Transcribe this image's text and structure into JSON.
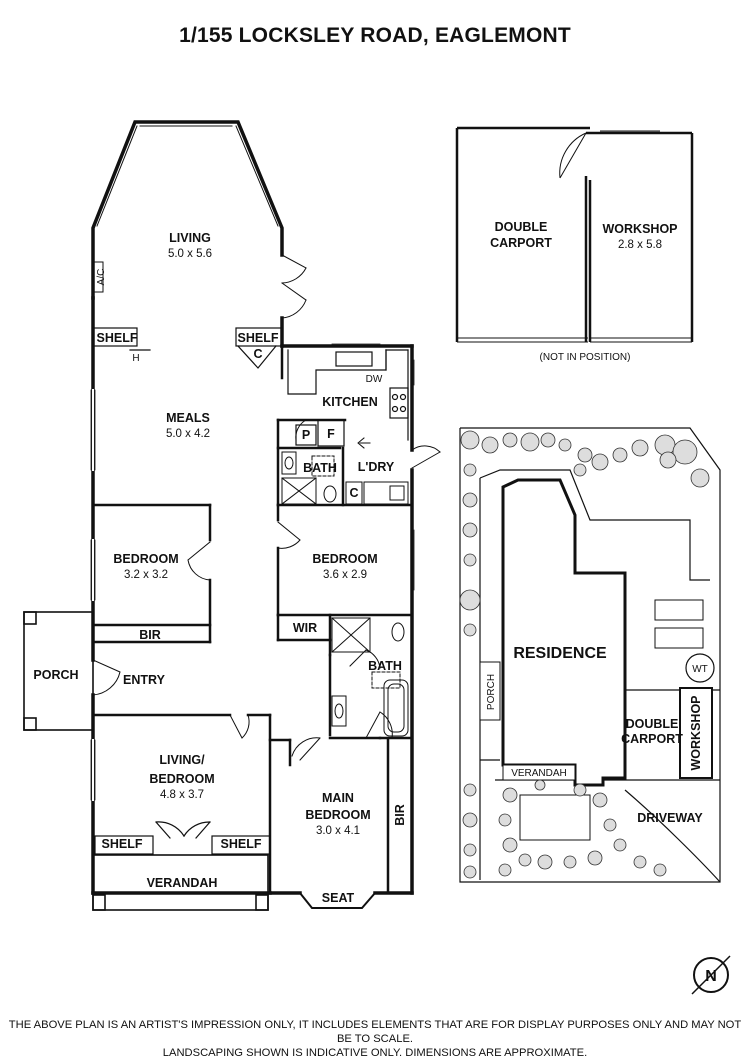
{
  "title": "1/155 LOCKSLEY ROAD, EAGLEMONT",
  "disclaimer": {
    "line1": "THE ABOVE PLAN IS AN ARTIST'S IMPRESSION ONLY, IT INCLUDES ELEMENTS THAT ARE FOR DISPLAY PURPOSES ONLY AND MAY NOT BE TO SCALE.",
    "line2": "LANDSCAPING SHOWN IS INDICATIVE ONLY. DIMENSIONS ARE APPROXIMATE."
  },
  "rooms": {
    "living": {
      "name": "LIVING",
      "dims": "5.0 x 5.6"
    },
    "meals": {
      "name": "MEALS",
      "dims": "5.0 x 4.2"
    },
    "kitchen": {
      "name": "KITCHEN"
    },
    "laundry": {
      "name": "L'DRY"
    },
    "bath1": {
      "name": "BATH"
    },
    "bedroom_west": {
      "name": "BEDROOM",
      "dims": "3.2 x 3.2"
    },
    "bedroom_mid": {
      "name": "BEDROOM",
      "dims": "3.6 x 2.9"
    },
    "wir": {
      "name": "WIR"
    },
    "bath2": {
      "name": "BATH"
    },
    "bir_west": {
      "name": "BIR"
    },
    "porch": {
      "name": "PORCH"
    },
    "entry": {
      "name": "ENTRY"
    },
    "living_bedroom": {
      "name_line1": "LIVING/",
      "name_line2": "BEDROOM",
      "dims": "4.8 x 3.7"
    },
    "main_bedroom": {
      "name_line1": "MAIN",
      "name_line2": "BEDROOM",
      "dims": "3.0 x 4.1"
    },
    "bir_main": {
      "name": "BIR"
    },
    "verandah": {
      "name": "VERANDAH"
    },
    "seat": {
      "name": "SEAT"
    },
    "double_carport": {
      "name_line1": "DOUBLE",
      "name_line2": "CARPORT"
    },
    "workshop": {
      "name": "WORKSHOP",
      "dims": "2.8 x 5.8"
    }
  },
  "fixtures": {
    "shelf": "SHELF",
    "ac": "A/C",
    "h": "H",
    "c": "C",
    "p": "P",
    "f": "F",
    "dw": "DW"
  },
  "outbuilding_note": "(NOT IN POSITION)",
  "site_plan": {
    "residence": "RESIDENCE",
    "wt": "WT",
    "porch": "PORCH",
    "carport_line1": "DOUBLE",
    "carport_line2": "CARPORT",
    "workshop": "WORKSHOP",
    "verandah": "VERANDAH",
    "driveway": "DRIVEWAY"
  },
  "compass": {
    "label": "N"
  }
}
